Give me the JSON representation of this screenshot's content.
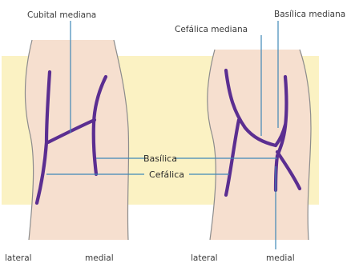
{
  "labels": {
    "cubital_mediana": "Cubital mediana",
    "basilica_mediana": "Basílica mediana",
    "cefalica_mediana": "Cefálica mediana",
    "basilica": "Basílica",
    "cefalica": "Cefálica",
    "left_lateral": "lateral",
    "left_medial": "medial",
    "right_lateral": "lateral",
    "right_medial": "medial"
  },
  "colors": {
    "background_panel": "#fbf2c3",
    "skin": "#f6dfcf",
    "vein": "#5b2e91",
    "leader_line": "#3f88b7",
    "outline": "#8c8c8c"
  }
}
